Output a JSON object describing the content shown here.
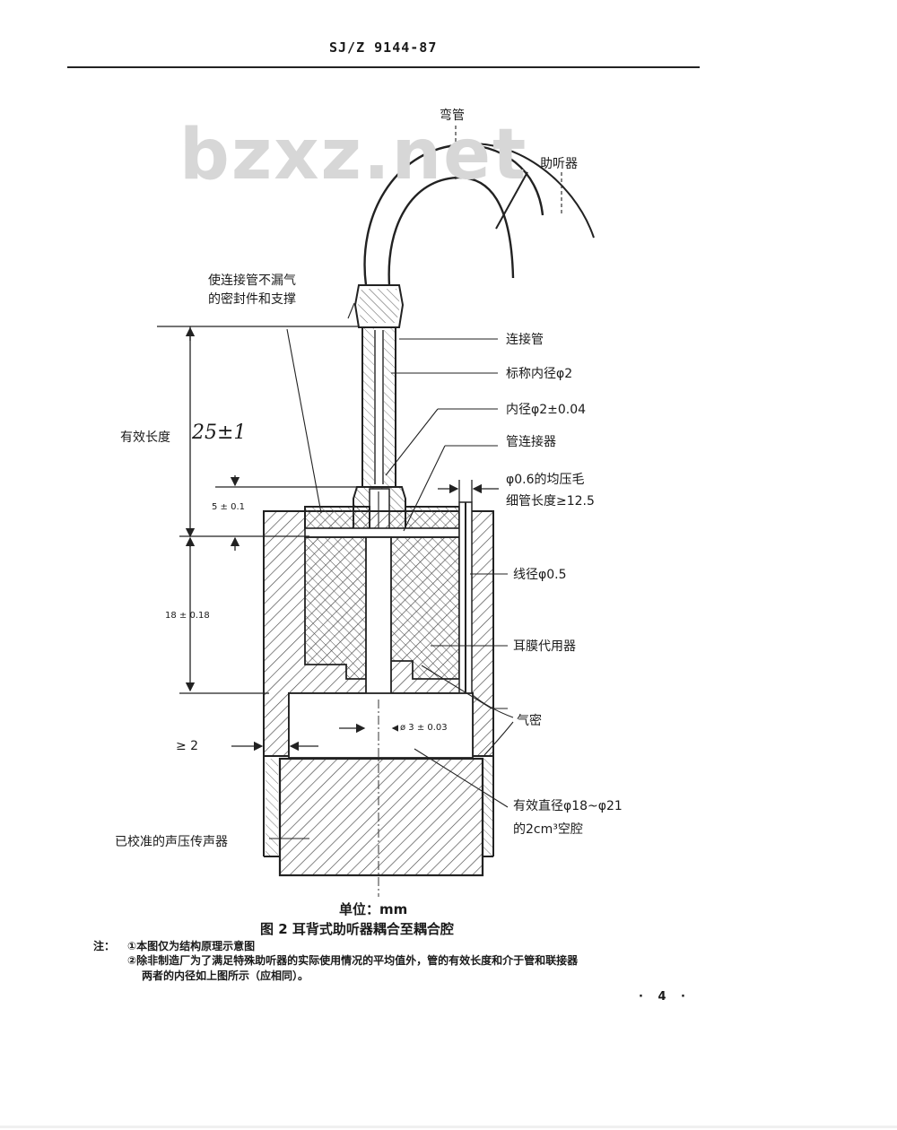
{
  "header": {
    "doc_code": "SJ/Z 9144-87"
  },
  "watermark": "bzxz.net",
  "figure": {
    "labels": {
      "bend_tube": "弯管",
      "hearing_aid": "助听器",
      "seal_support_1": "使连接管不漏气",
      "seal_support_2": "的密封件和支撑",
      "connecting_tube": "连接管",
      "nominal_id": "标称内径φ2",
      "inner_diameter": "内径φ2±0.04",
      "tube_connector": "管连接器",
      "capillary_1": "φ0.6的均压毛",
      "capillary_2": "细管长度≥12.5",
      "wire_diameter": "线径φ0.5",
      "ear_mold_sub": "耳膜代用器",
      "air_seal": "气密",
      "effective_diameter": "有效直径φ18~φ21",
      "cavity": "的2cm³空腔",
      "microphone": "已校准的声压传声器",
      "effective_length": "有效长度",
      "effective_length_value": "25±1",
      "dim_5": "5 ± 0.1",
      "dim_18": "18 ± 0.18",
      "dim_2": "≥ 2",
      "dim_phi3": "ø 3 ± 0.03"
    },
    "unit": "单位：mm",
    "caption": "图 2   耳背式助听器耦合至耦合腔"
  },
  "notes": {
    "title": "注：",
    "item1": "①本图仅为结构原理示意图",
    "item2": "②除非制造厂为了满足特殊助听器的实际使用情况的平均值外，管的有效长度和介于管和联接器",
    "item2_cont": "两者的内径如上图所示（应相同）。"
  },
  "footer": {
    "page_number": "· 4 ·"
  }
}
